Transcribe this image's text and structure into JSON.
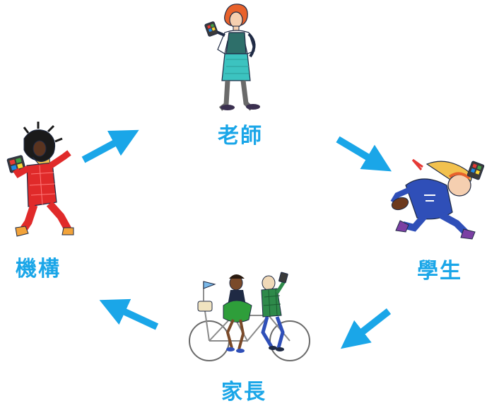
{
  "colors": {
    "accent": "#1aa6e8",
    "outline": "#1f2a44"
  },
  "nodes": {
    "teacher": {
      "label": "老師",
      "icon": "teacher-illustration-icon"
    },
    "student": {
      "label": "學生",
      "icon": "student-football-player-illustration-icon"
    },
    "parent": {
      "label": "家長",
      "icon": "parents-tandem-bicycle-illustration-icon"
    },
    "institution": {
      "label": "機構",
      "icon": "institution-dancer-illustration-icon"
    }
  },
  "cycle": [
    "teacher",
    "student",
    "parent",
    "institution",
    "teacher"
  ]
}
